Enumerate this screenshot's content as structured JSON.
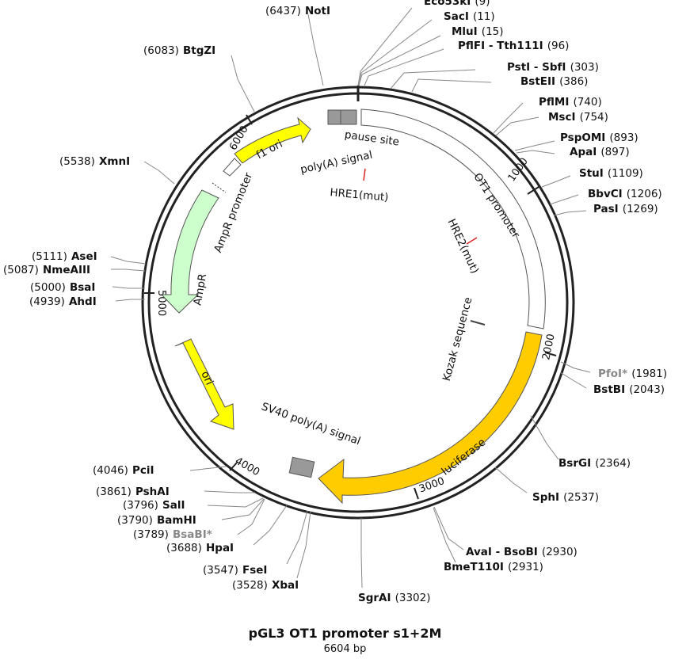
{
  "plasmid": {
    "name": "pGL3 OT1 promoter s1+2M",
    "length_label": "6604 bp",
    "length": 6604
  },
  "ticks": [
    "1000",
    "2000",
    "3000",
    "4000",
    "5000",
    "6000"
  ],
  "sites": [
    {
      "name": "NotI",
      "pos": "(6437)"
    },
    {
      "name": "Eco53kI",
      "pos": "(9)"
    },
    {
      "name": "SacI",
      "pos": "(11)"
    },
    {
      "name": "MluI",
      "pos": "(15)"
    },
    {
      "name": "PflFI - Tth111I",
      "pos": "(96)"
    },
    {
      "name": "PstI - SbfI",
      "pos": "(303)"
    },
    {
      "name": "BstEII",
      "pos": "(386)"
    },
    {
      "name": "PflMI",
      "pos": "(740)"
    },
    {
      "name": "MscI",
      "pos": "(754)"
    },
    {
      "name": "PspOMI",
      "pos": "(893)"
    },
    {
      "name": "ApaI",
      "pos": "(897)"
    },
    {
      "name": "StuI",
      "pos": "(1109)"
    },
    {
      "name": "BbvCI",
      "pos": "(1206)"
    },
    {
      "name": "PasI",
      "pos": "(1269)"
    },
    {
      "name": "PfoI*",
      "pos": "(1981)",
      "gray": true
    },
    {
      "name": "BstBI",
      "pos": "(2043)"
    },
    {
      "name": "BsrGI",
      "pos": "(2364)"
    },
    {
      "name": "SphI",
      "pos": "(2537)"
    },
    {
      "name": "AvaI - BsoBI",
      "pos": "(2930)"
    },
    {
      "name": "BmeT110I",
      "pos": "(2931)"
    },
    {
      "name": "SgrAI",
      "pos": "(3302)"
    },
    {
      "name": "XbaI",
      "pos": "(3528)"
    },
    {
      "name": "FseI",
      "pos": "(3547)"
    },
    {
      "name": "HpaI",
      "pos": "(3688)"
    },
    {
      "name": "BsaBI*",
      "pos": "(3789)",
      "gray": true
    },
    {
      "name": "BamHI",
      "pos": "(3790)"
    },
    {
      "name": "SalI",
      "pos": "(3796)"
    },
    {
      "name": "PshAI",
      "pos": "(3861)"
    },
    {
      "name": "PciI",
      "pos": "(4046)"
    },
    {
      "name": "AhdI",
      "pos": "(4939)"
    },
    {
      "name": "BsaI",
      "pos": "(5000)"
    },
    {
      "name": "NmeAIII",
      "pos": "(5087)"
    },
    {
      "name": "AseI",
      "pos": "(5111)"
    },
    {
      "name": "XmnI",
      "pos": "(5538)"
    },
    {
      "name": "BtgZI",
      "pos": "(6083)"
    }
  ],
  "features": {
    "ot1_promoter": "OT1 promoter",
    "luciferase": "luciferase",
    "sv40": "SV40 poly(A) signal",
    "ori": "ori",
    "ampr": "AmpR",
    "ampr_promoter": "AmpR promoter",
    "f1_ori": "f1 ori",
    "polya_signal": "poly(A) signal",
    "pause_site": "pause site",
    "hre1": "HRE1(mut)",
    "hre2": "HRE2(mut)",
    "kozak": "Kozak sequence"
  },
  "colors": {
    "backbone": "#222222",
    "luciferase": "#ffcc00",
    "ori": "#ffff00",
    "ampr": "#ccffcc",
    "promoter": "#ffffff",
    "terminator": "#999999",
    "hre": "#dd2222"
  }
}
